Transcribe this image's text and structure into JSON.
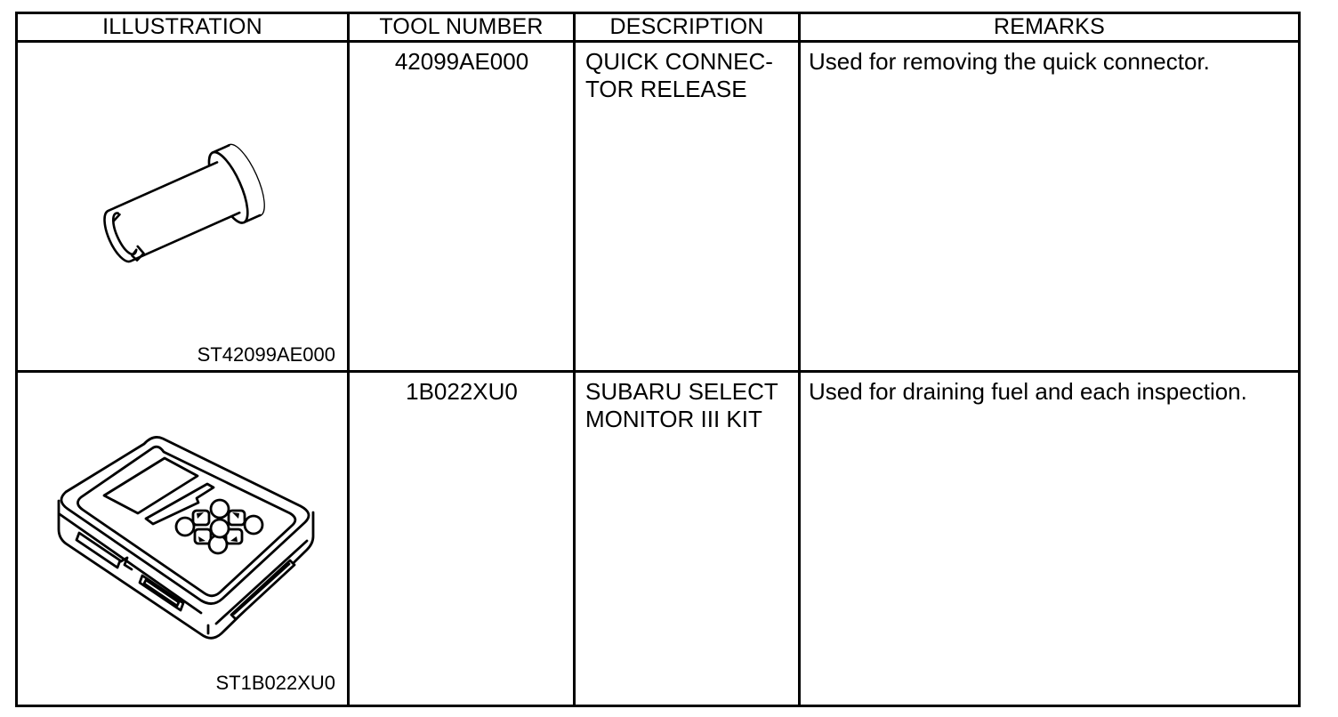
{
  "table": {
    "headers": [
      "ILLUSTRATION",
      "TOOL NUMBER",
      "DESCRIPTION",
      "REMARKS"
    ],
    "rows": [
      {
        "illustration_caption": "ST42099AE000",
        "tool_number": "42099AE000",
        "description": "QUICK CONNEC-\nTOR RELEASE",
        "remarks": "Used for removing the quick connector."
      },
      {
        "illustration_caption": "ST1B022XU0",
        "tool_number": "1B022XU0",
        "description": "SUBARU SELECT\nMONITOR III KIT",
        "remarks": "Used for draining fuel and each inspection."
      }
    ]
  },
  "colors": {
    "line": "#000000",
    "background": "#ffffff",
    "text": "#000000"
  }
}
